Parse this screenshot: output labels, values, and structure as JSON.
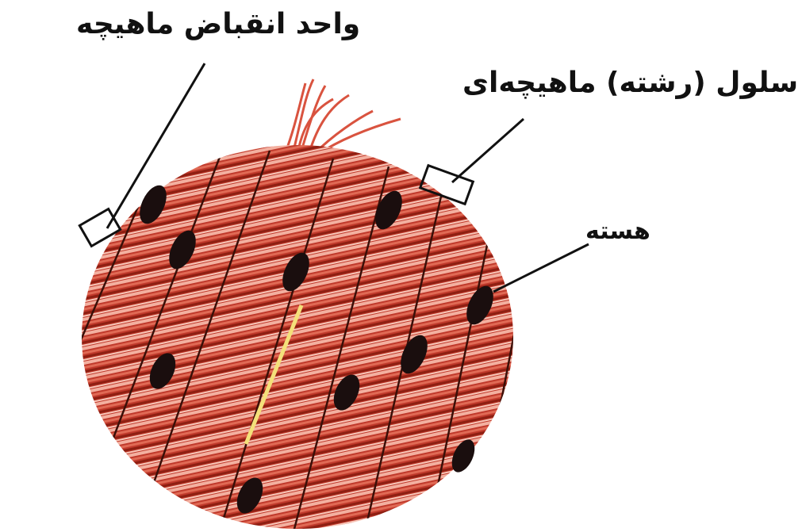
{
  "labels": {
    "muscle_unit": "واحد انقباض ماهیچه",
    "muscle_cell": "سلول (رشته) ماهیچه‌ای",
    "nucleus": "هسته"
  },
  "colors": {
    "muscle_base": "#c0392b",
    "stripe_light": "#f3b0a0",
    "stripe_dark": "#8e1f12",
    "nucleus": "#1a0e0e",
    "label_line": "#111111"
  },
  "icons": [
    "muscle-bundle-illustration",
    "nucleus-icon"
  ]
}
